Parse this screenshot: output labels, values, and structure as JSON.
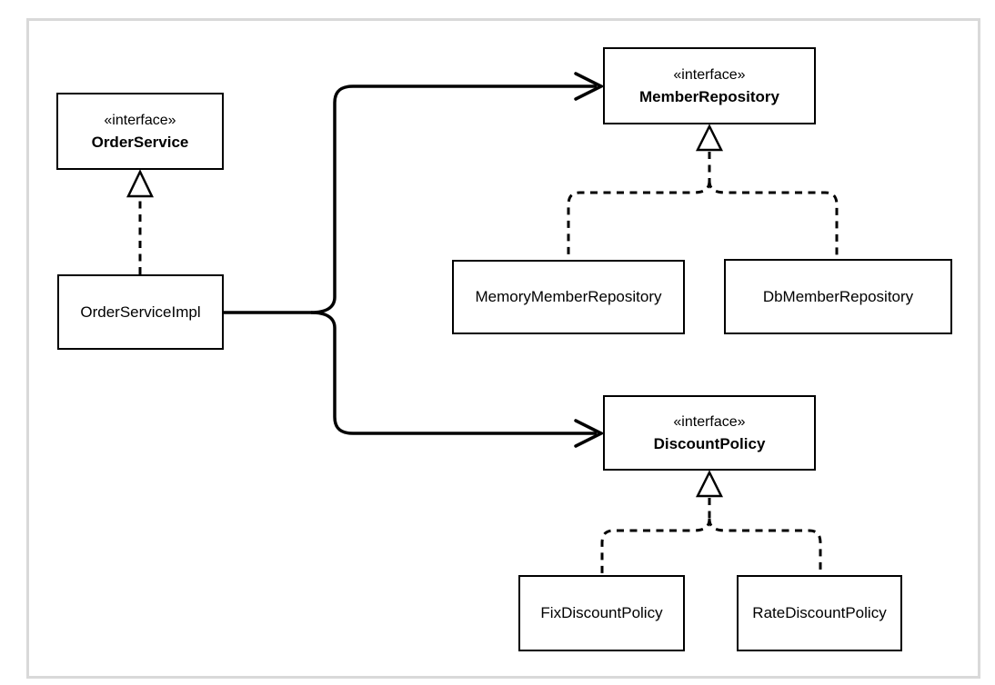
{
  "diagram": {
    "type": "uml-class-diagram",
    "nodes": {
      "order_service": {
        "stereotype": "«interface»",
        "name": "OrderService"
      },
      "order_service_impl": {
        "name": "OrderServiceImpl"
      },
      "member_repository": {
        "stereotype": "«interface»",
        "name": "MemberRepository"
      },
      "memory_member_repository": {
        "name": "MemoryMemberRepository"
      },
      "db_member_repository": {
        "name": "DbMemberRepository"
      },
      "discount_policy": {
        "stereotype": "«interface»",
        "name": "DiscountPolicy"
      },
      "fix_discount_policy": {
        "name": "FixDiscountPolicy"
      },
      "rate_discount_policy": {
        "name": "RateDiscountPolicy"
      }
    },
    "relations": [
      {
        "kind": "realization",
        "from": "OrderServiceImpl",
        "to": "OrderService"
      },
      {
        "kind": "dependency",
        "from": "OrderServiceImpl",
        "to": "MemberRepository"
      },
      {
        "kind": "dependency",
        "from": "OrderServiceImpl",
        "to": "DiscountPolicy"
      },
      {
        "kind": "realization",
        "from": "MemoryMemberRepository",
        "to": "MemberRepository"
      },
      {
        "kind": "realization",
        "from": "DbMemberRepository",
        "to": "MemberRepository"
      },
      {
        "kind": "realization",
        "from": "FixDiscountPolicy",
        "to": "DiscountPolicy"
      },
      {
        "kind": "realization",
        "from": "RateDiscountPolicy",
        "to": "DiscountPolicy"
      }
    ],
    "colors": {
      "line": "#000000",
      "node_border": "#000000",
      "node_fill": "#ffffff",
      "frame_border": "#d9d9d9",
      "background": "#ffffff"
    }
  }
}
